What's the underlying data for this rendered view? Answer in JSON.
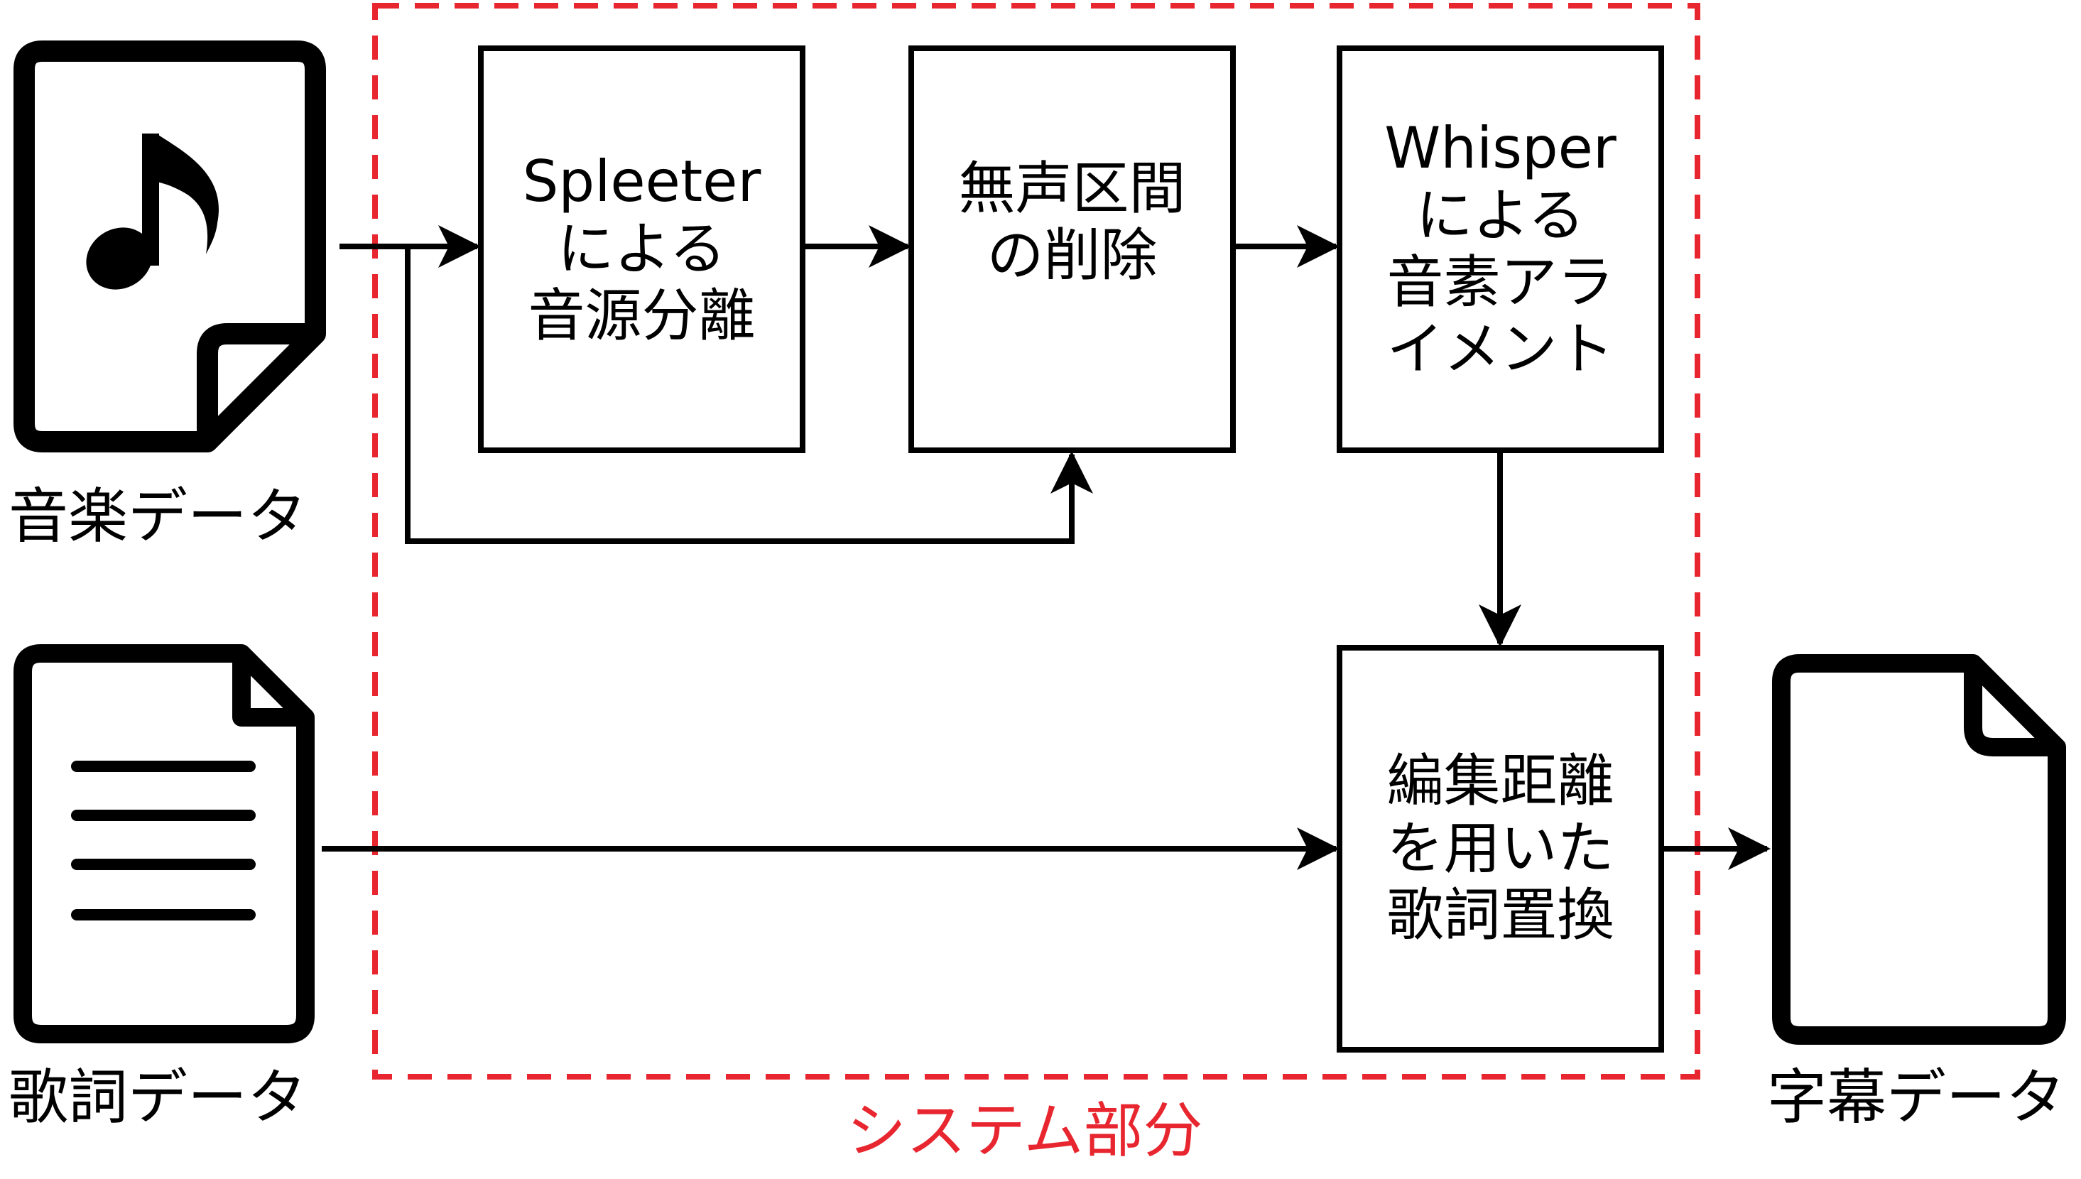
{
  "colors": {
    "stroke": "#000000",
    "system_border": "#e8262f",
    "system_label": "#e8262f",
    "background": "#ffffff"
  },
  "inputs": {
    "music": {
      "label": "音楽データ",
      "icon": "music-note-file-icon"
    },
    "lyrics": {
      "label": "歌詞データ",
      "icon": "text-document-icon"
    }
  },
  "output": {
    "label": "字幕データ",
    "icon": "blank-document-icon"
  },
  "system": {
    "label": "システム部分"
  },
  "steps": [
    {
      "id": "spleeter",
      "lines": [
        "Spleeter",
        "による",
        "音源分離"
      ]
    },
    {
      "id": "silence",
      "lines": [
        "無声区間",
        "の削除"
      ]
    },
    {
      "id": "whisper",
      "lines": [
        "Whisper",
        "による",
        "音素アラ",
        "イメント"
      ]
    },
    {
      "id": "replace",
      "lines": [
        "編集距離",
        "を用いた",
        "歌詞置換"
      ]
    }
  ]
}
